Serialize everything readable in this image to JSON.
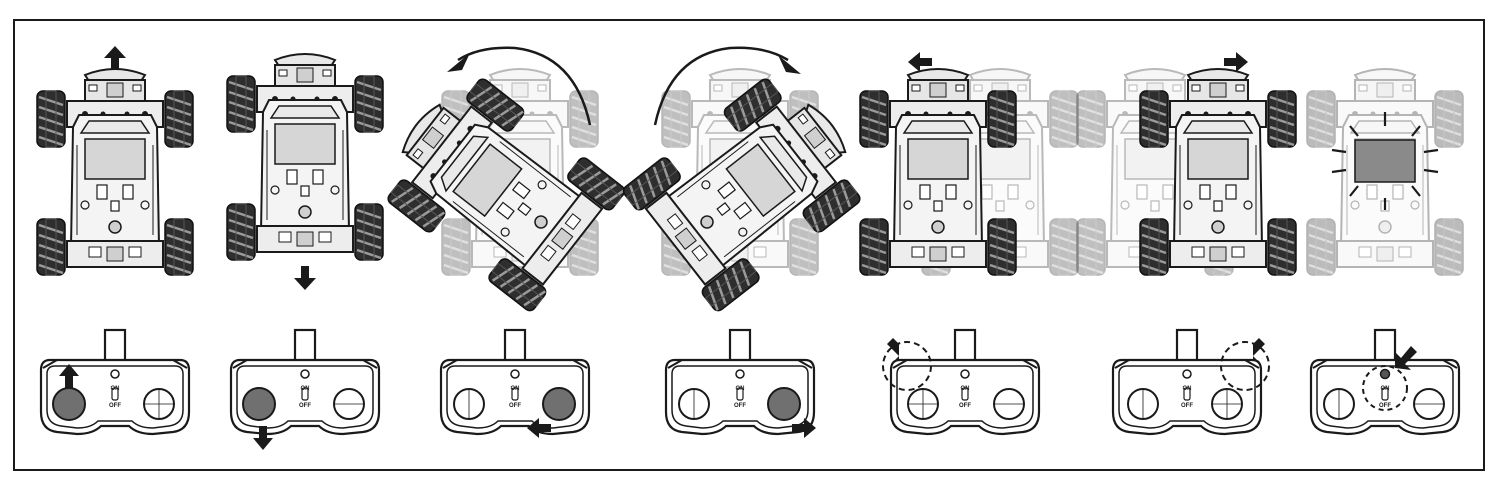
{
  "colors": {
    "ink": "#1a1a1a",
    "border": "#1a1a1a",
    "body_fill": "#f2f2f2",
    "panel_fill": "#d6d6d6",
    "wheel_fill": "#2e2e2e",
    "ghost": "#bdbdbd",
    "knob_active": "#707070",
    "knob_idle": "#ffffff"
  },
  "remote": {
    "on_label": "ON",
    "off_label": "OFF"
  },
  "panels": [
    {
      "id": "forward",
      "car_motion": "forward",
      "control": "left-stick-up"
    },
    {
      "id": "backward",
      "car_motion": "backward",
      "control": "left-stick-down"
    },
    {
      "id": "rotate-left",
      "car_motion": "rotate-ccw",
      "control": "right-stick-left"
    },
    {
      "id": "rotate-right",
      "car_motion": "rotate-cw",
      "control": "right-stick-right"
    },
    {
      "id": "strafe-left",
      "car_motion": "slide-left",
      "control": "left-shoulder-button"
    },
    {
      "id": "strafe-right",
      "car_motion": "slide-right",
      "control": "right-shoulder-button"
    },
    {
      "id": "lights",
      "car_motion": "lights-flash",
      "control": "center-button"
    }
  ]
}
